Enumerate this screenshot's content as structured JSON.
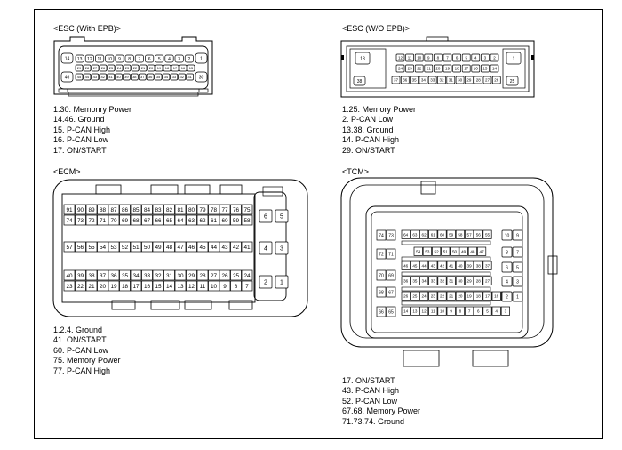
{
  "sections": {
    "esc_epb": {
      "title": "<ESC (With EPB)>",
      "pin_rows": [
        [
          "14",
          "13",
          "12",
          "11",
          "10",
          "9",
          "8",
          "7",
          "6",
          "5",
          "4",
          "3",
          "2",
          "1"
        ],
        [
          "29",
          "28",
          "27",
          "26",
          "25",
          "24",
          "23",
          "22",
          "21",
          "20",
          "19",
          "18",
          "17",
          "16",
          "15"
        ],
        [
          "46",
          "45",
          "44",
          "43",
          "42",
          "41",
          "40",
          "39",
          "38",
          "37",
          "36",
          "35",
          "34",
          "33",
          "32",
          "31",
          "30"
        ]
      ],
      "legend": [
        "1.30. Memonry Power",
        "14.46. Ground",
        "15. P-CAN High",
        "16. P-CAN Low",
        "17. ON/START"
      ]
    },
    "esc_wo": {
      "title": "<ESC (W/O EPB)>",
      "corner_pins": [
        "13",
        "1",
        "38",
        "25"
      ],
      "pin_rows": [
        [
          "12",
          "11",
          "10",
          "9",
          "8",
          "7",
          "6",
          "5",
          "4",
          "3",
          "2"
        ],
        [
          "24",
          "23",
          "22",
          "21",
          "20",
          "19",
          "18",
          "17",
          "16",
          "15",
          "14"
        ],
        [
          "37",
          "36",
          "35",
          "34",
          "33",
          "32",
          "31",
          "30",
          "29",
          "28",
          "27",
          "26"
        ]
      ],
      "legend": [
        "1.25. Memory Power",
        "2. P-CAN Low",
        "13.38. Ground",
        "14. P-CAN High",
        "29. ON/START"
      ]
    },
    "ecm": {
      "title": "<ECM>",
      "pin_rows": [
        [
          "91",
          "90",
          "89",
          "88",
          "87",
          "86",
          "85",
          "84",
          "83",
          "82",
          "81",
          "80",
          "79",
          "78",
          "77",
          "76",
          "75"
        ],
        [
          "74",
          "73",
          "72",
          "71",
          "70",
          "69",
          "68",
          "67",
          "66",
          "65",
          "64",
          "63",
          "62",
          "61",
          "60",
          "59",
          "58"
        ],
        [
          "57",
          "56",
          "55",
          "54",
          "53",
          "52",
          "51",
          "50",
          "49",
          "48",
          "47",
          "46",
          "45",
          "44",
          "43",
          "42",
          "41"
        ],
        [
          "40",
          "39",
          "38",
          "37",
          "36",
          "35",
          "34",
          "33",
          "32",
          "31",
          "30",
          "29",
          "28",
          "27",
          "26",
          "25",
          "24"
        ],
        [
          "23",
          "22",
          "21",
          "20",
          "19",
          "18",
          "17",
          "16",
          "15",
          "14",
          "13",
          "12",
          "11",
          "10",
          "9",
          "8",
          "7"
        ]
      ],
      "side_pins": [
        [
          "6",
          "5"
        ],
        [
          "4",
          "3"
        ],
        [
          "2",
          "1"
        ]
      ],
      "legend": [
        "1.2.4. Ground",
        "41. ON/START",
        "60. P-CAN Low",
        "75. Memory Power",
        "77. P-CAN High"
      ]
    },
    "tcm": {
      "title": "<TCM>",
      "row_left": [
        [
          "74",
          "73"
        ],
        [
          "72",
          "71"
        ],
        [
          "70",
          "69"
        ],
        [
          "68",
          "67"
        ],
        [
          "66",
          "65"
        ]
      ],
      "rows": [
        [
          "64",
          "63",
          "62",
          "61",
          "60",
          "59",
          "58",
          "57",
          "56",
          "55"
        ],
        [
          "54",
          "53",
          "52",
          "51",
          "50",
          "49",
          "48",
          "47"
        ],
        [
          "46",
          "45",
          "44",
          "43",
          "42",
          "41",
          "40",
          "39",
          "38",
          "37"
        ],
        [
          "36",
          "35",
          "34",
          "33",
          "32",
          "31",
          "30",
          "29",
          "28",
          "27"
        ],
        [
          "26",
          "25",
          "24",
          "23",
          "22",
          "21",
          "20",
          "19",
          "18",
          "17",
          "16",
          "15"
        ],
        [
          "14",
          "13",
          "12",
          "11",
          "10",
          "9",
          "8",
          "7",
          "6",
          "5",
          "4",
          "3"
        ]
      ],
      "right_pins": [
        [
          "10",
          "9"
        ],
        [
          "8",
          "7"
        ],
        [
          "6",
          "5"
        ],
        [
          "4",
          "3"
        ],
        [
          "2",
          "1"
        ]
      ],
      "legend": [
        "17. ON/START",
        "43. P-CAN High",
        "52. P-CAN Low",
        "67.68. Memory Power",
        "71.73.74. Ground"
      ]
    }
  }
}
